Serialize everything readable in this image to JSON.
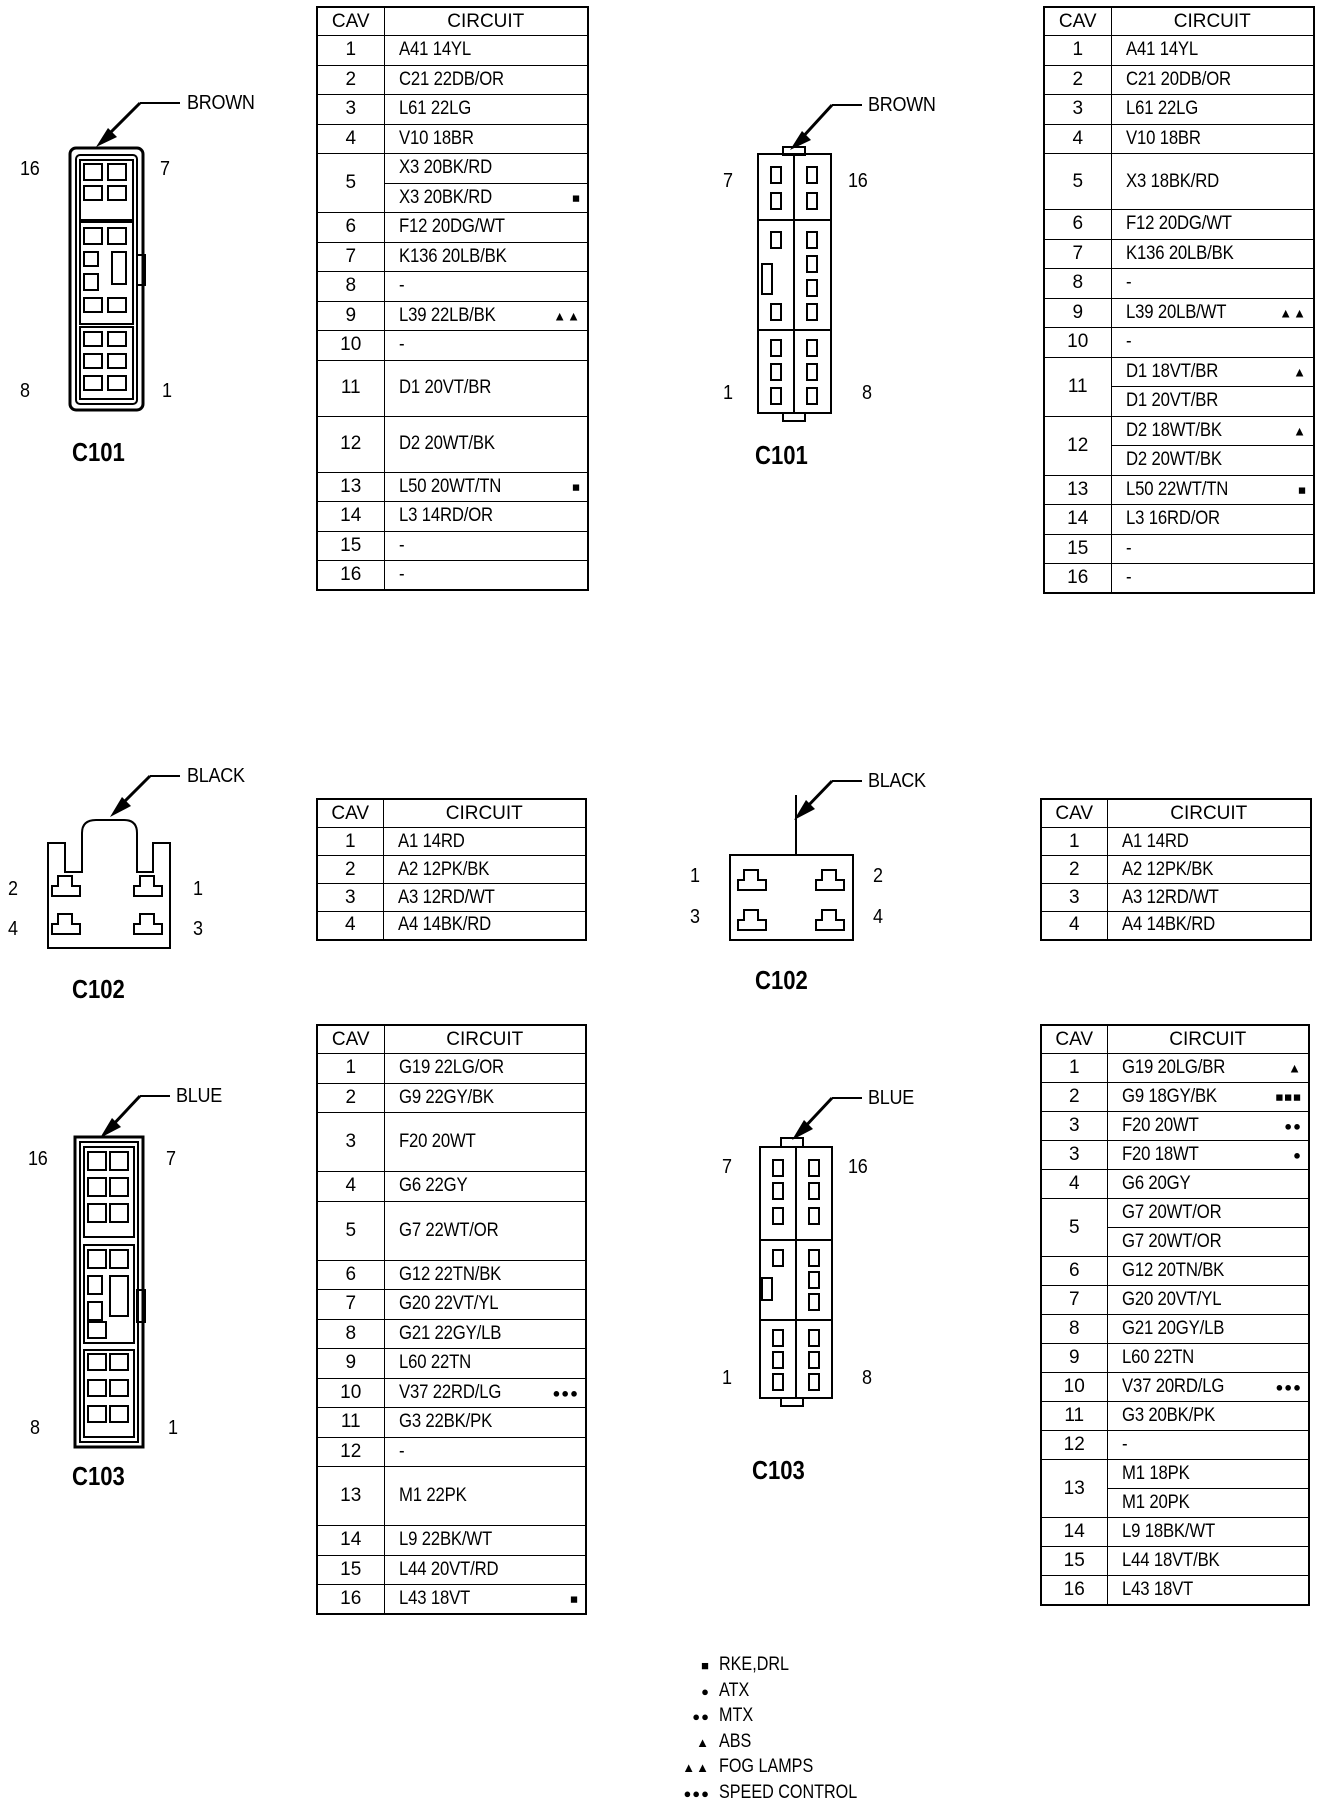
{
  "diagrams": [
    {
      "title": "C101",
      "color": "BROWN",
      "pins": {
        "tl": "16",
        "tr": "7",
        "bl": "8",
        "br": "1"
      }
    },
    {
      "title": "C101",
      "color": "BROWN",
      "pins": {
        "tl": "7",
        "tr": "16",
        "bl": "1",
        "br": "8"
      }
    },
    {
      "title": "C102",
      "color": "BLACK",
      "pins": {
        "tl": "2",
        "tr": "1",
        "bl": "4",
        "br": "3"
      }
    },
    {
      "title": "C102",
      "color": "BLACK",
      "pins": {
        "tl": "1",
        "tr": "2",
        "bl": "3",
        "br": "4"
      }
    },
    {
      "title": "C103",
      "color": "BLUE",
      "pins": {
        "tl": "16",
        "tr": "7",
        "bl": "8",
        "br": "1"
      }
    },
    {
      "title": "C103",
      "color": "BLUE",
      "pins": {
        "tl": "7",
        "tr": "16",
        "bl": "1",
        "br": "8"
      }
    }
  ],
  "tables": [
    {
      "headers": [
        "CAV",
        "CIRCUIT"
      ],
      "rows": [
        {
          "cav": "1",
          "circuits": [
            {
              "text": "A41 14YL",
              "mark": ""
            }
          ]
        },
        {
          "cav": "2",
          "circuits": [
            {
              "text": "C21  22DB/OR",
              "mark": ""
            }
          ]
        },
        {
          "cav": "3",
          "circuits": [
            {
              "text": "L61  22LG",
              "mark": ""
            }
          ]
        },
        {
          "cav": "4",
          "circuits": [
            {
              "text": "V10  18BR",
              "mark": ""
            }
          ]
        },
        {
          "cav": "5",
          "circuits": [
            {
              "text": "X3  20BK/RD",
              "mark": ""
            },
            {
              "text": "X3  20BK/RD",
              "mark": "■"
            }
          ]
        },
        {
          "cav": "6",
          "circuits": [
            {
              "text": "F12  20DG/WT",
              "mark": ""
            }
          ]
        },
        {
          "cav": "7",
          "circuits": [
            {
              "text": "K136 20LB/BK",
              "mark": ""
            }
          ]
        },
        {
          "cav": "8",
          "circuits": [
            {
              "text": "-",
              "mark": ""
            }
          ]
        },
        {
          "cav": "9",
          "circuits": [
            {
              "text": "L39  22LB/BK",
              "mark": "▲▲"
            }
          ]
        },
        {
          "cav": "10",
          "circuits": [
            {
              "text": "-",
              "mark": ""
            }
          ]
        },
        {
          "cav": "11",
          "tall": true,
          "circuits": [
            {
              "text": "D1  20VT/BR",
              "mark": ""
            }
          ]
        },
        {
          "cav": "12",
          "tall": true,
          "circuits": [
            {
              "text": "D2  20WT/BK",
              "mark": ""
            }
          ]
        },
        {
          "cav": "13",
          "circuits": [
            {
              "text": "L50  20WT/TN",
              "mark": "■"
            }
          ]
        },
        {
          "cav": "14",
          "circuits": [
            {
              "text": "L3  14RD/OR",
              "mark": ""
            }
          ]
        },
        {
          "cav": "15",
          "circuits": [
            {
              "text": "-",
              "mark": ""
            }
          ]
        },
        {
          "cav": "16",
          "circuits": [
            {
              "text": "-",
              "mark": ""
            }
          ]
        }
      ]
    },
    {
      "headers": [
        "CAV",
        "CIRCUIT"
      ],
      "rows": [
        {
          "cav": "1",
          "circuits": [
            {
              "text": "A41 14YL",
              "mark": ""
            }
          ]
        },
        {
          "cav": "2",
          "circuits": [
            {
              "text": "C21  20DB/OR",
              "mark": ""
            }
          ]
        },
        {
          "cav": "3",
          "circuits": [
            {
              "text": "L61  22LG",
              "mark": ""
            }
          ]
        },
        {
          "cav": "4",
          "circuits": [
            {
              "text": "V10  18BR",
              "mark": ""
            }
          ]
        },
        {
          "cav": "5",
          "tall": true,
          "circuits": [
            {
              "text": "X3  18BK/RD",
              "mark": ""
            }
          ]
        },
        {
          "cav": "6",
          "circuits": [
            {
              "text": "F12  20DG/WT",
              "mark": ""
            }
          ]
        },
        {
          "cav": "7",
          "circuits": [
            {
              "text": "K136 20LB/BK",
              "mark": ""
            }
          ]
        },
        {
          "cav": "8",
          "circuits": [
            {
              "text": "-",
              "mark": ""
            }
          ]
        },
        {
          "cav": "9",
          "circuits": [
            {
              "text": "L39  20LB/WT",
              "mark": "▲▲"
            }
          ]
        },
        {
          "cav": "10",
          "circuits": [
            {
              "text": "-",
              "mark": ""
            }
          ]
        },
        {
          "cav": "11",
          "circuits": [
            {
              "text": "D1  18VT/BR",
              "mark": "▲"
            },
            {
              "text": "D1  20VT/BR",
              "mark": ""
            }
          ]
        },
        {
          "cav": "12",
          "circuits": [
            {
              "text": "D2  18WT/BK",
              "mark": "▲"
            },
            {
              "text": "D2  20WT/BK",
              "mark": ""
            }
          ]
        },
        {
          "cav": "13",
          "circuits": [
            {
              "text": "L50  22WT/TN",
              "mark": "■"
            }
          ]
        },
        {
          "cav": "14",
          "circuits": [
            {
              "text": "L3  16RD/OR",
              "mark": ""
            }
          ]
        },
        {
          "cav": "15",
          "circuits": [
            {
              "text": "-",
              "mark": ""
            }
          ]
        },
        {
          "cav": "16",
          "circuits": [
            {
              "text": "-",
              "mark": ""
            }
          ]
        }
      ]
    },
    {
      "headers": [
        "CAV",
        "CIRCUIT"
      ],
      "rows": [
        {
          "cav": "1",
          "circuits": [
            {
              "text": "A1  14RD",
              "mark": ""
            }
          ]
        },
        {
          "cav": "2",
          "circuits": [
            {
              "text": "A2  12PK/BK",
              "mark": ""
            }
          ]
        },
        {
          "cav": "3",
          "circuits": [
            {
              "text": "A3  12RD/WT",
              "mark": ""
            }
          ]
        },
        {
          "cav": "4",
          "circuits": [
            {
              "text": "A4  14BK/RD",
              "mark": ""
            }
          ]
        }
      ]
    },
    {
      "headers": [
        "CAV",
        "CIRCUIT"
      ],
      "rows": [
        {
          "cav": "1",
          "circuits": [
            {
              "text": "A1  14RD",
              "mark": ""
            }
          ]
        },
        {
          "cav": "2",
          "circuits": [
            {
              "text": "A2  12PK/BK",
              "mark": ""
            }
          ]
        },
        {
          "cav": "3",
          "circuits": [
            {
              "text": "A3  12RD/WT",
              "mark": ""
            }
          ]
        },
        {
          "cav": "4",
          "circuits": [
            {
              "text": "A4  14BK/RD",
              "mark": ""
            }
          ]
        }
      ]
    },
    {
      "headers": [
        "CAV",
        "CIRCUIT"
      ],
      "rows": [
        {
          "cav": "1",
          "circuits": [
            {
              "text": "G19  22LG/OR",
              "mark": ""
            }
          ]
        },
        {
          "cav": "2",
          "circuits": [
            {
              "text": "G9  22GY/BK",
              "mark": ""
            }
          ]
        },
        {
          "cav": "3",
          "tall": true,
          "circuits": [
            {
              "text": "F20  20WT",
              "mark": ""
            }
          ]
        },
        {
          "cav": "4",
          "circuits": [
            {
              "text": "G6  22GY",
              "mark": ""
            }
          ]
        },
        {
          "cav": "5",
          "tall": true,
          "circuits": [
            {
              "text": "G7  22WT/OR",
              "mark": ""
            }
          ]
        },
        {
          "cav": "6",
          "circuits": [
            {
              "text": "G12  22TN/BK",
              "mark": ""
            }
          ]
        },
        {
          "cav": "7",
          "circuits": [
            {
              "text": "G20  22VT/YL",
              "mark": ""
            }
          ]
        },
        {
          "cav": "8",
          "circuits": [
            {
              "text": "G21  22GY/LB",
              "mark": ""
            }
          ]
        },
        {
          "cav": "9",
          "circuits": [
            {
              "text": "L60  22TN",
              "mark": ""
            }
          ]
        },
        {
          "cav": "10",
          "circuits": [
            {
              "text": "V37  22RD/LG",
              "mark": "●●●"
            }
          ]
        },
        {
          "cav": "11",
          "circuits": [
            {
              "text": "G3  22BK/PK",
              "mark": ""
            }
          ]
        },
        {
          "cav": "12",
          "circuits": [
            {
              "text": "-",
              "mark": ""
            }
          ]
        },
        {
          "cav": "13",
          "tall": true,
          "circuits": [
            {
              "text": "M1  22PK",
              "mark": ""
            }
          ]
        },
        {
          "cav": "14",
          "circuits": [
            {
              "text": "L9  22BK/WT",
              "mark": ""
            }
          ]
        },
        {
          "cav": "15",
          "circuits": [
            {
              "text": "L44  20VT/RD",
              "mark": ""
            }
          ]
        },
        {
          "cav": "16",
          "circuits": [
            {
              "text": "L43    18VT",
              "mark": "■"
            }
          ]
        }
      ]
    },
    {
      "headers": [
        "CAV",
        "CIRCUIT"
      ],
      "rows": [
        {
          "cav": "1",
          "circuits": [
            {
              "text": "G19 20LG/BR",
              "mark": "▲"
            }
          ]
        },
        {
          "cav": "2",
          "circuits": [
            {
              "text": "G9  18GY/BK",
              "mark": "■■■"
            }
          ]
        },
        {
          "cav": "3",
          "circuits": [
            {
              "text": "F20  20WT",
              "mark": "●●"
            }
          ]
        },
        {
          "cav": "3",
          "circuits": [
            {
              "text": "F20  18WT",
              "mark": "●"
            }
          ]
        },
        {
          "cav": "4",
          "circuits": [
            {
              "text": "G6  20GY",
              "mark": ""
            }
          ]
        },
        {
          "cav": "5",
          "circuits": [
            {
              "text": "G7  20WT/OR",
              "mark": ""
            },
            {
              "text": "G7  20WT/OR",
              "mark": ""
            }
          ]
        },
        {
          "cav": "6",
          "circuits": [
            {
              "text": "G12  20TN/BK",
              "mark": ""
            }
          ]
        },
        {
          "cav": "7",
          "circuits": [
            {
              "text": "G20  20VT/YL",
              "mark": ""
            }
          ]
        },
        {
          "cav": "8",
          "circuits": [
            {
              "text": "G21  20GY/LB",
              "mark": ""
            }
          ]
        },
        {
          "cav": "9",
          "circuits": [
            {
              "text": "L60  22TN",
              "mark": ""
            }
          ]
        },
        {
          "cav": "10",
          "circuits": [
            {
              "text": "V37  20RD/LG",
              "mark": "●●●"
            }
          ]
        },
        {
          "cav": "11",
          "circuits": [
            {
              "text": "G3  20BK/PK",
              "mark": ""
            }
          ]
        },
        {
          "cav": "12",
          "circuits": [
            {
              "text": "-",
              "mark": ""
            }
          ]
        },
        {
          "cav": "13",
          "circuits": [
            {
              "text": "M1  18PK",
              "mark": ""
            },
            {
              "text": "M1  20PK",
              "mark": ""
            }
          ]
        },
        {
          "cav": "14",
          "circuits": [
            {
              "text": "L9  18BK/WT",
              "mark": ""
            }
          ]
        },
        {
          "cav": "15",
          "circuits": [
            {
              "text": "L44  18VT/BK",
              "mark": ""
            }
          ]
        },
        {
          "cav": "16",
          "circuits": [
            {
              "text": "L43    18VT",
              "mark": ""
            }
          ]
        }
      ]
    }
  ],
  "legend": [
    {
      "symbol": "■",
      "label": "RKE,DRL"
    },
    {
      "symbol": "●",
      "label": "ATX"
    },
    {
      "symbol": "●●",
      "label": "MTX"
    },
    {
      "symbol": "▲",
      "label": "ABS"
    },
    {
      "symbol": "▲▲",
      "label": "FOG LAMPS"
    },
    {
      "symbol": "●●●",
      "label": "SPEED CONTROL"
    }
  ]
}
